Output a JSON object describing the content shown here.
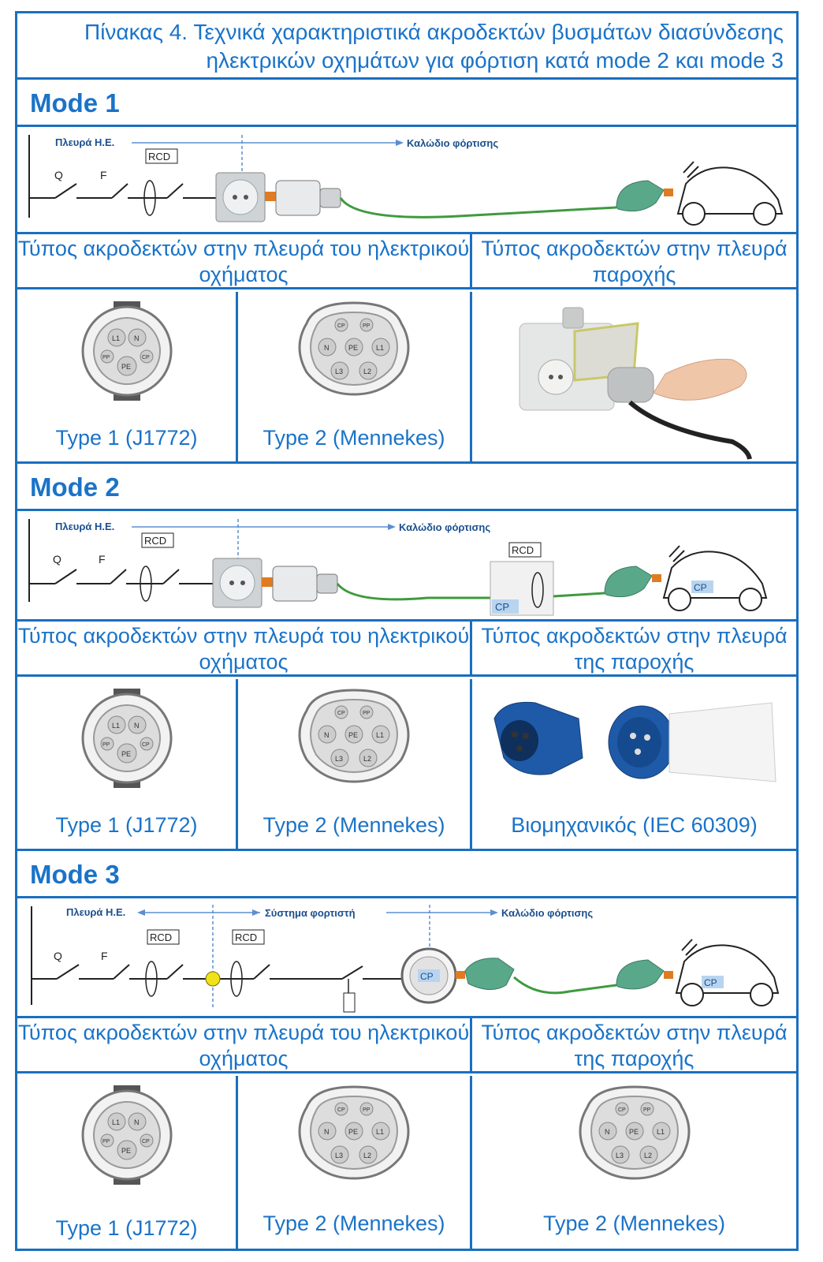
{
  "title": {
    "line1": "Πίνακας 4. Τεχνικά χαρακτηριστικά ακροδεκτών βυσμάτων διασύνδεσης",
    "line2": "ηλεκτρικών οχημάτων για φόρτιση κατά mode 2 και mode 3"
  },
  "modes": [
    {
      "name": "Mode 1",
      "diagram": {
        "left_label": "Πλευρά Η.Ε.",
        "right_label": "Καλώδιο φόρτισης",
        "rcd": "RCD",
        "q": "Q",
        "f": "F"
      },
      "header_vehicle": "Τύπος ακροδεκτών στην πλευρά του ηλεκτρικού οχήματος",
      "header_supply": "Τύπος ακροδεκτών στην πλευρά παροχής",
      "type1": "Type 1 (J1772)",
      "type2": "Type 2 (Mennekes)",
      "supply_caption": ""
    },
    {
      "name": "Mode 2",
      "diagram": {
        "left_label": "Πλευρά Η.Ε.",
        "right_label": "Καλώδιο φόρτισης",
        "rcd": "RCD",
        "rcd2": "RCD",
        "cp": "CP",
        "q": "Q",
        "f": "F"
      },
      "header_vehicle": "Τύπος ακροδεκτών στην πλευρά του ηλεκτρικού οχήματος",
      "header_supply": "Τύπος ακροδεκτών στην πλευρά της παροχής",
      "type1": "Type 1 (J1772)",
      "type2": "Type 2 (Mennekes)",
      "supply_caption": "Βιομηχανικός (IEC 60309)"
    },
    {
      "name": "Mode 3",
      "diagram": {
        "left_label": "Πλευρά Η.Ε.",
        "mid_label": "Σύστημα φορτιστή",
        "right_label": "Καλώδιο φόρτισης",
        "rcd": "RCD",
        "rcd2": "RCD",
        "cp": "CP",
        "q": "Q",
        "f": "F"
      },
      "header_vehicle": "Τύπος ακροδεκτών στην πλευρά του ηλεκτρικού οχήματος",
      "header_supply": "Τύπος ακροδεκτών στην πλευρά της παροχής",
      "type1": "Type 1 (J1772)",
      "type2": "Type 2 (Mennekes)",
      "supply_caption": "Type 2 (Mennekes)"
    }
  ],
  "pins_type1": [
    "L1",
    "N",
    "PP",
    "CP",
    "PE"
  ],
  "pins_type2": [
    "CP",
    "PP",
    "N",
    "PE",
    "L1",
    "L3",
    "L2"
  ],
  "colors": {
    "border": "#1a6fbf",
    "text": "#1a73c8",
    "cable": "#3f9a3f",
    "plug": "#5aa88a",
    "orange": "#e07b22"
  }
}
